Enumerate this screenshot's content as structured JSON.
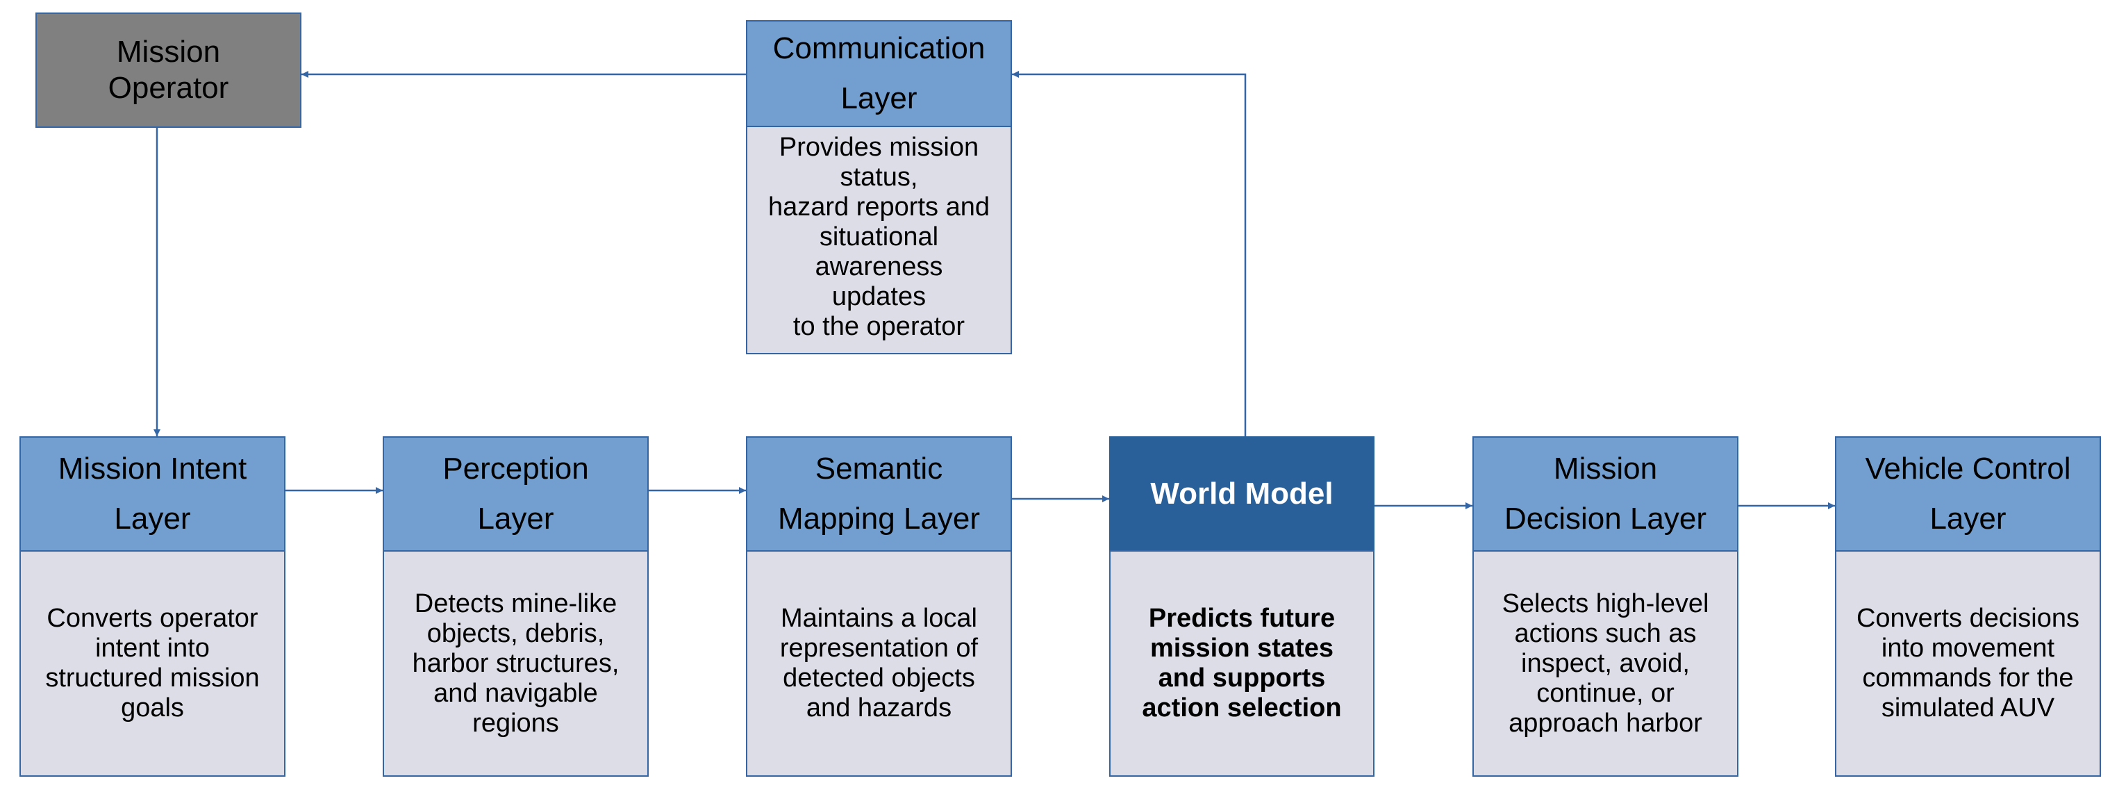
{
  "operator": {
    "title": "Mission\nOperator"
  },
  "communication": {
    "title": "Communication\nLayer",
    "description": "Provides mission\nstatus,\nhazard reports and\nsituational\nawareness\nupdates\nto the operator"
  },
  "layers": [
    {
      "title": "Mission Intent\nLayer",
      "description": "Converts operator\nintent into\nstructured mission\ngoals"
    },
    {
      "title": "Perception\nLayer",
      "description": "Detects mine-like\nobjects, debris,\nharbor structures,\nand navigable\nregions"
    },
    {
      "title": "Semantic\nMapping Layer",
      "description": "Maintains a local\nrepresentation of\ndetected objects\nand hazards"
    },
    {
      "title": "World Model",
      "description": "Predicts future\nmission states\nand supports\naction selection"
    },
    {
      "title": "Mission\nDecision Layer",
      "description": "Selects high-level\nactions such as\ninspect, avoid,\ncontinue, or\napproach harbor"
    },
    {
      "title": "Vehicle Control\nLayer",
      "description": "Converts decisions\ninto movement\ncommands for the\nsimulated AUV"
    }
  ],
  "colors": {
    "header_fill": "#729fcf",
    "border": "#3465a4",
    "description_fill": "#dddde8",
    "world_model_fill": "#2a6099",
    "operator_fill": "#808080",
    "connector": "#3465a4"
  }
}
